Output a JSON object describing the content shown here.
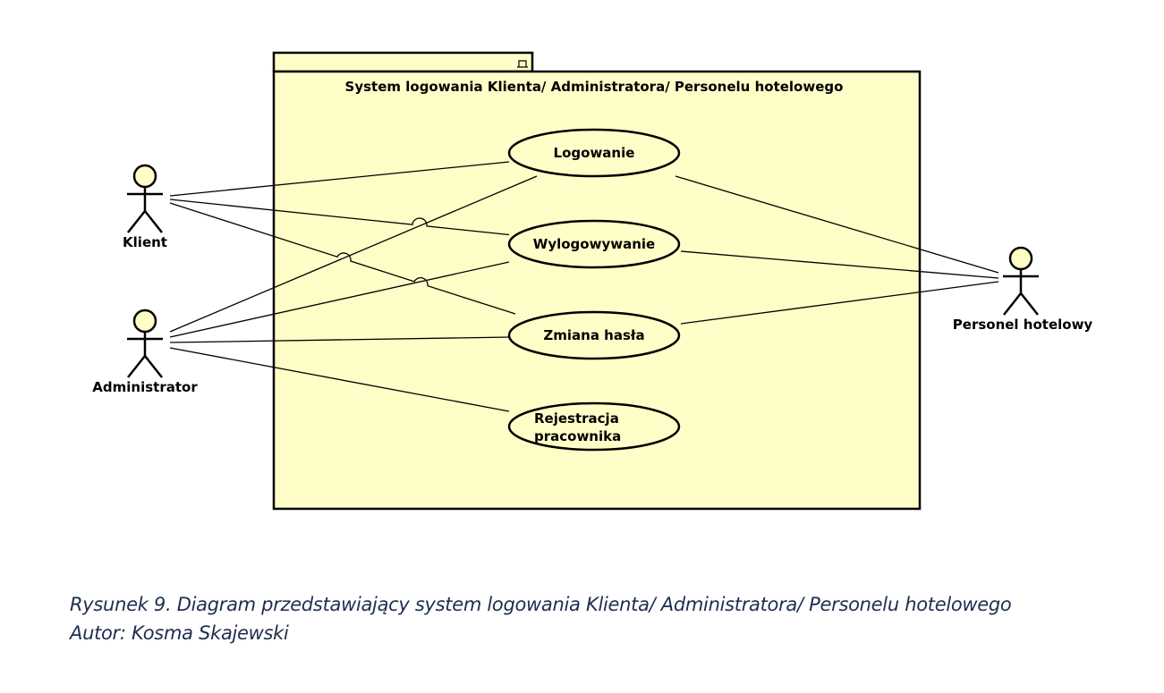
{
  "diagram": {
    "system_title": "System logowania Klienta/ Administratora/ Personelu hotelowego",
    "actors": {
      "klient": "Klient",
      "administrator": "Administrator",
      "personel": "Personel hotelowy"
    },
    "use_cases": {
      "logowanie": "Logowanie",
      "wylogowywanie": "Wylogowywanie",
      "zmiana_hasla": "Zmiana hasła",
      "rejestracja_line1": "Rejestracja",
      "rejestracja_line2": "pracownika"
    }
  },
  "caption": {
    "title": "Rysunek 9. Diagram przedstawiający system logowania Klienta/ Administratora/ Personelu hotelowego",
    "author": "Autor: Kosma Skajewski"
  },
  "colors": {
    "package_fill": "#fffec8",
    "stroke": "#000000",
    "caption_text": "#1f2d4f"
  }
}
